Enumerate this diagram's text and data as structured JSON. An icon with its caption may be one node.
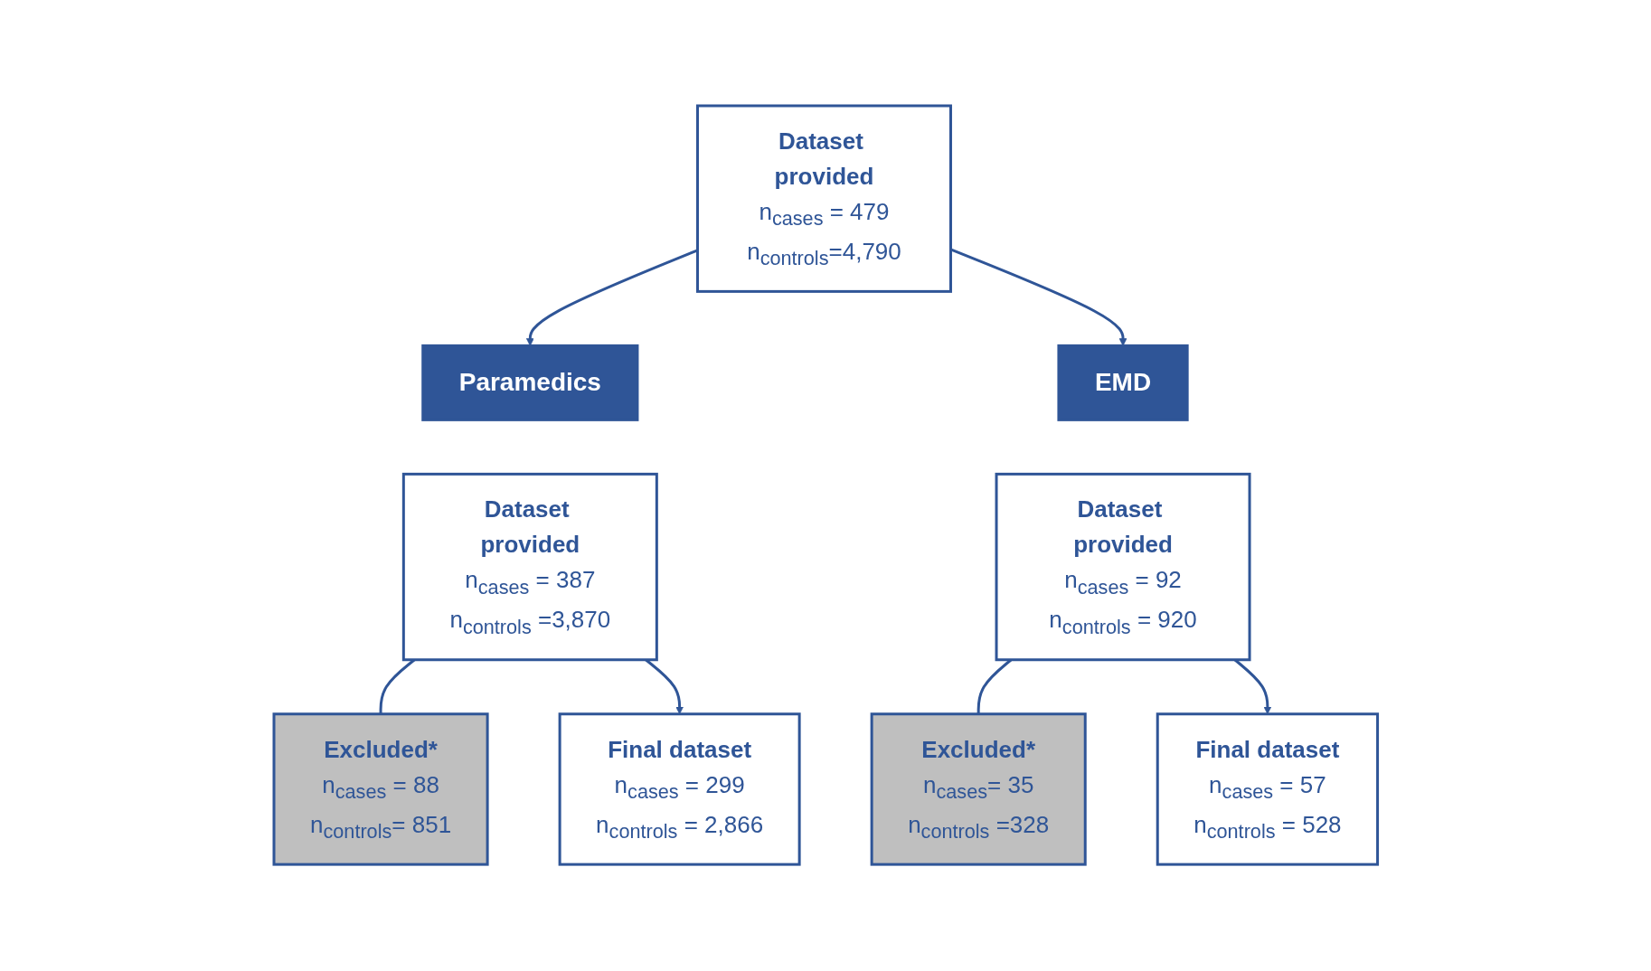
{
  "diagram": {
    "nodes": [
      {
        "text": [
          "Dataset provided",
          "n$_{cases}$ = 479",
          "n$_{controls}$=4,790"
        ]
      },
      {
        "text": [
          "Paramedics"
        ]
      },
      {
        "text": [
          "EMD"
        ]
      },
      {
        "text": [
          "Dataset provided",
          "n$_{cases}$ = 387",
          "n$_{controls}$ =3,870"
        ]
      },
      {
        "text": [
          "Dataset provided",
          "n$_{cases}$ = 92",
          "n$_{controls}$ = 920"
        ]
      },
      {
        "text": [
          "Excluded*",
          "n$_{cases}$ = 88",
          "n$_{controls}$= 851"
        ]
      },
      {
        "text": [
          "Excluded*",
          "n$_{cases}$= 35",
          "n$_{controls}$ =328"
        ]
      },
      {
        "text": [
          "Final dataset",
          "n$_{cases}$ = 299",
          "n$_{controls}$ = 2,866"
        ]
      },
      {
        "text": [
          "Final dataset",
          "n$_{cases}$ = 57",
          "n$_{controls}$ = 528"
        ]
      }
    ],
    "edges": [
      {
        "from": 0,
        "to": 1,
        "arrow": "to"
      },
      {
        "from": 0,
        "to": 2,
        "arrow": "to"
      },
      {
        "from": 3,
        "to": 5,
        "arrow": "none"
      },
      {
        "from": 3,
        "to": 7,
        "arrow": "to"
      },
      {
        "from": 4,
        "to": 6,
        "arrow": "none"
      },
      {
        "from": 4,
        "to": 8,
        "arrow": "to"
      }
    ]
  }
}
